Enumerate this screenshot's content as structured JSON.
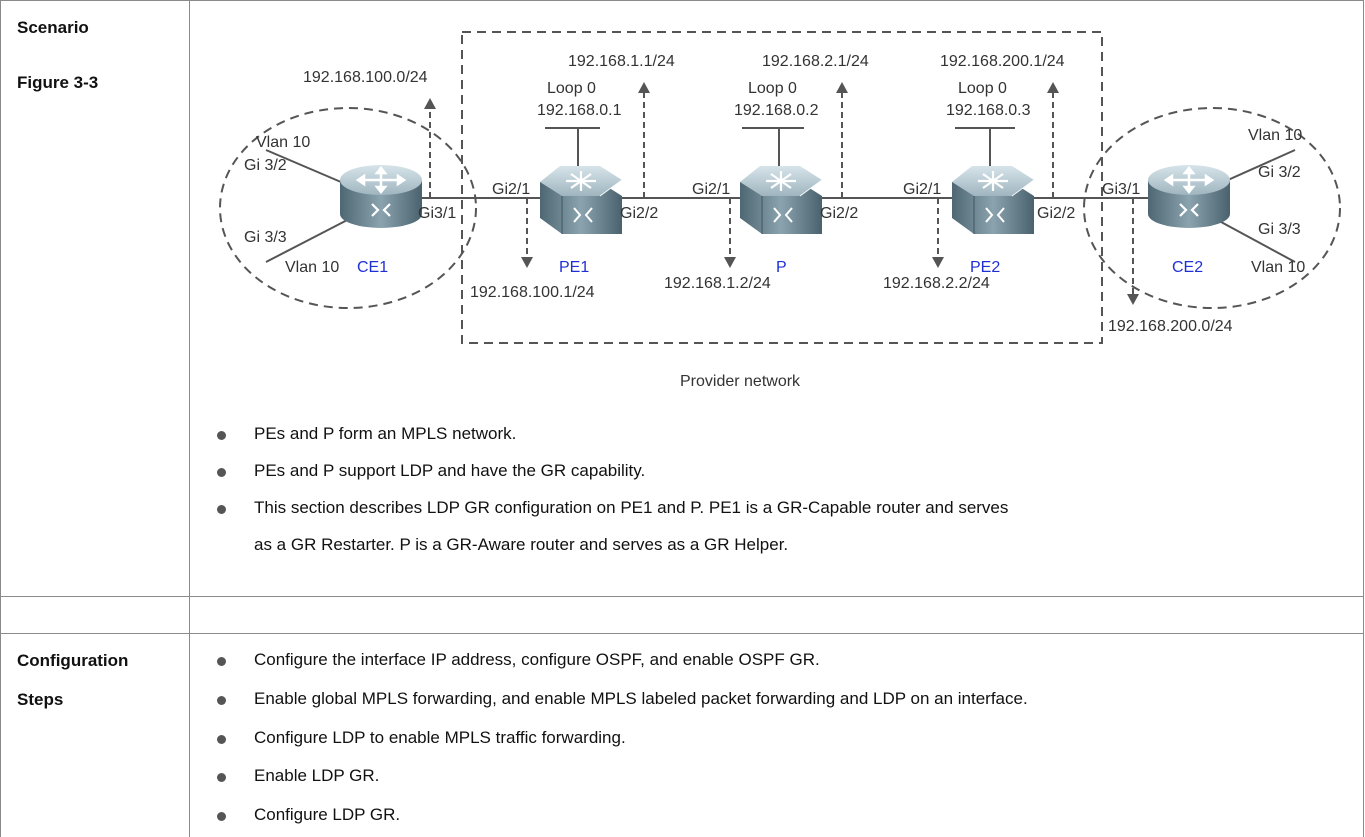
{
  "left_col": {
    "scenario": "Scenario",
    "figure": "Figure 3-3",
    "configuration": "Configuration",
    "steps": "Steps"
  },
  "diagram": {
    "provider_network": "Provider network",
    "ce1": {
      "name": "CE1",
      "vlan_top": "Vlan 10",
      "port_top": "Gi 3/2",
      "port_bottom": "Gi 3/3",
      "vlan_bottom": "Vlan 10",
      "uplink": "Gi3/1",
      "subnet": "192.168.100.0/24"
    },
    "pe1": {
      "name": "PE1",
      "loop": "Loop 0",
      "loop_ip": "192.168.0.1",
      "in_port": "Gi2/1",
      "out_port": "Gi2/2",
      "up_ip": "192.168.1.1/24",
      "down_ip": "192.168.100.1/24"
    },
    "p": {
      "name": "P",
      "loop": "Loop 0",
      "loop_ip": "192.168.0.2",
      "in_port": "Gi2/1",
      "out_port": "Gi2/2",
      "up_ip": "192.168.2.1/24",
      "down_ip": "192.168.1.2/24"
    },
    "pe2": {
      "name": "PE2",
      "loop": "Loop 0",
      "loop_ip": "192.168.0.3",
      "in_port": "Gi2/1",
      "out_port": "Gi2/2",
      "up_ip": "192.168.200.1/24",
      "down_ip": "192.168.2.2/24"
    },
    "ce2": {
      "name": "CE2",
      "vlan_top": "Vlan 10",
      "port_top": "Gi 3/2",
      "port_bottom": "Gi 3/3",
      "vlan_bottom": "Vlan 10",
      "uplink": "Gi3/1",
      "subnet": "192.168.200.0/24"
    }
  },
  "scenario_bullets": [
    "PEs and P form an MPLS network.",
    "PEs and P support LDP and have the GR capability.",
    "This section describes LDP GR configuration on PE1 and P. PE1 is a GR-Capable router and serves",
    "as a GR Restarter. P is a GR-Aware router and serves as a GR Helper."
  ],
  "steps_bullets": [
    "Configure the interface IP address, configure OSPF, and enable OSPF GR.",
    "Enable global MPLS forwarding, and enable MPLS labeled packet forwarding and LDP on an interface.",
    "Configure LDP to enable MPLS traffic forwarding.",
    "Enable LDP GR.",
    "Configure LDP GR."
  ]
}
